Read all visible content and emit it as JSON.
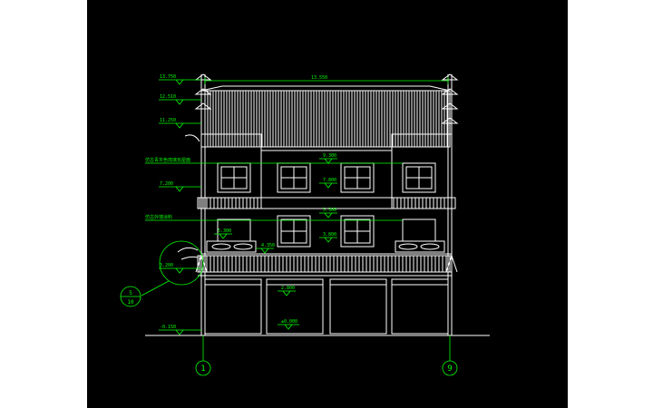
{
  "colors": {
    "background": "#000000",
    "frame": "#ffffff",
    "line": "#ffffff",
    "dimension": "#00ff00",
    "annotation": "#00ff00",
    "grid": "#00ff00"
  },
  "drawing": {
    "overall_width_dim": "13.550",
    "elevation_labels": {
      "e1": "13.750",
      "e2": "12.510",
      "e3": "11.250",
      "e4": "7.200",
      "e5": "3.200",
      "e6": "-0.150",
      "mid_top": "9.300",
      "mid_window_upper": "7.800",
      "mid_window_lower_top": "5.300",
      "mid_window_lower_bottom": "3.800",
      "left_window_lower": "5.300",
      "left_balcony": "4.350",
      "ground_floor_dim": "2.800",
      "ground": "±0.000"
    },
    "notes": {
      "upper_eave_note": "仿古青灰色琉璃瓦屋面",
      "lower_note": "仿古外墙涂料"
    },
    "detail_callout": {
      "number": "5",
      "sheet": "10"
    },
    "grid_axes": {
      "left": "1",
      "right": "9"
    }
  }
}
